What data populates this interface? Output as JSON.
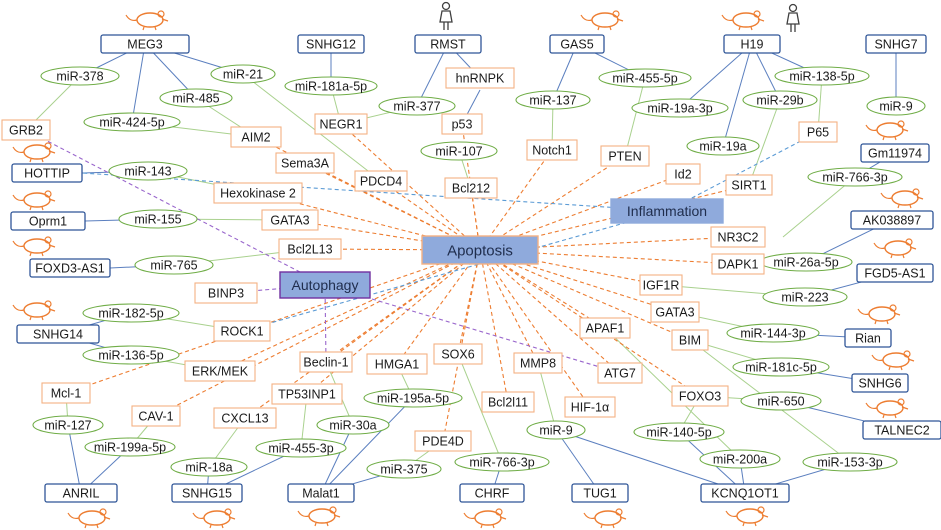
{
  "colors": {
    "lnc_border": "#2f5597",
    "mir_border": "#70ad47",
    "target_border": "#f4b183",
    "process_fill": "#8faadc",
    "process_text": "#1f2d4d",
    "autophagy_fill": "#8faadc",
    "autophagy_border": "#7030a0",
    "apoptosis_edge": "#ed7d31",
    "autophagy_edge": "#9966cc",
    "inflammation_edge": "#5b9bd5",
    "lnc_edge": "#5b7fbf",
    "mir_edge": "#a9d18e",
    "animal": "#ed7d31",
    "human": "#404040"
  },
  "hubs": {
    "apoptosis": "Apoptosis",
    "inflammation": "Inflammation",
    "autophagy": "Autophagy"
  },
  "lncrnas": [
    "MEG3",
    "SNHG12",
    "RMST",
    "GAS5",
    "H19",
    "SNHG7",
    "HOTTIP",
    "Oprm1",
    "FOXD3-AS1",
    "SNHG14",
    "Gm11974",
    "AK038897",
    "FGD5-AS1",
    "Rian",
    "SNHG6",
    "TALNEC2",
    "ANRIL",
    "SNHG15",
    "Malat1",
    "CHRF",
    "TUG1",
    "KCNQ1OT1"
  ],
  "mirnas": [
    "miR-378",
    "miR-21",
    "miR-485",
    "miR-424-5p",
    "miR-181a-5p",
    "miR-377",
    "miR-137",
    "miR-455-5p",
    "miR-19a-3p",
    "miR-29b",
    "miR-138-5p",
    "miR-9",
    "miR-19a",
    "miR-107",
    "miR-143",
    "miR-155",
    "miR-765",
    "miR-766-3p",
    "miR-26a-5p",
    "miR-223",
    "miR-182-5p",
    "miR-136-5p",
    "miR-144-3p",
    "miR-181c-5p",
    "miR-650",
    "miR-127",
    "miR-199a-5p",
    "miR-18a",
    "miR-455-3p",
    "miR-30a",
    "miR-195a-5p",
    "miR-375",
    "miR-766-3p",
    "miR-9",
    "miR-140-5p",
    "miR-200a",
    "miR-153-3p"
  ],
  "targets": [
    "hnRNPK",
    "p53",
    "GRB2",
    "AIM2",
    "NEGR1",
    "Sema3A",
    "Hexokinase 2",
    "PDCD4",
    "Bcl212",
    "Notch1",
    "PTEN",
    "Id2",
    "P65",
    "SIRT1",
    "GATA3",
    "Bcl2L13",
    "NR3C2",
    "DAPK1",
    "IGF1R",
    "BINP3",
    "ROCK1",
    "Beclin-1",
    "GATA3",
    "APAF1",
    "BIM",
    "Mcl-1",
    "ERK/MEK",
    "HMGA1",
    "SOX6",
    "MMP8",
    "ATG7",
    "FOXO3",
    "CAV-1",
    "CXCL13",
    "TP53INP1",
    "Bcl2l11",
    "HIF-1α",
    "PDE4D"
  ]
}
